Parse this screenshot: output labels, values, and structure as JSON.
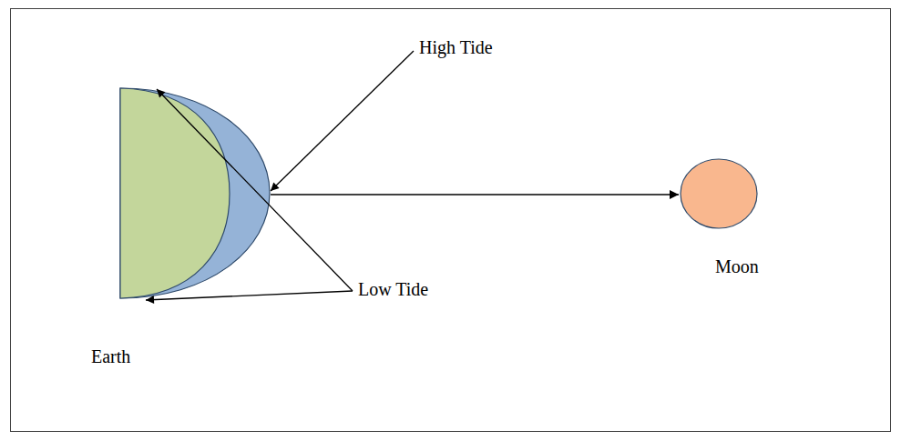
{
  "diagram": {
    "nodes": [
      {
        "text": [
          "Earth"
        ]
      },
      {
        "text": [
          "Moon"
        ]
      }
    ],
    "edges": [
      {
        "from": 0,
        "to": 1,
        "arrow": "to"
      }
    ],
    "labels": [
      "High Tide",
      "Low Tide"
    ]
  }
}
